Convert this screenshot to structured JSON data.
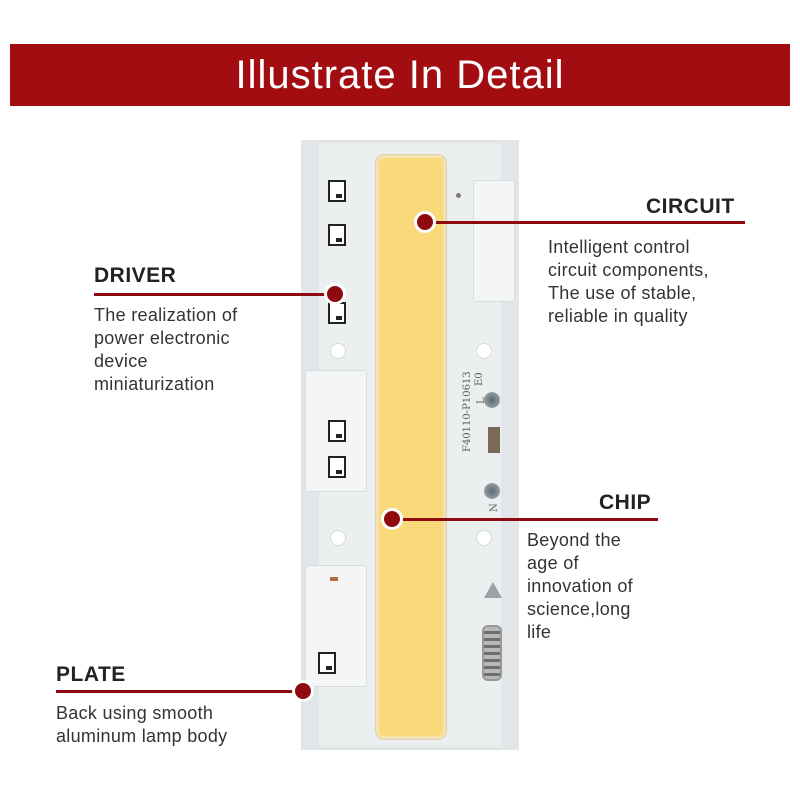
{
  "banner": {
    "title": "Illustrate In Detail",
    "color": "#a20d12"
  },
  "board": {
    "print_code": "F40110-P10613",
    "print_rev": "E0",
    "label_l": "L",
    "label_n": "N"
  },
  "callouts": {
    "circuit": {
      "title": "CIRCUIT",
      "desc": "Intelligent control\ncircuit components,\nThe use of stable,\nreliable in quality"
    },
    "driver": {
      "title": "DRIVER",
      "desc": "The realization of\npower electronic\ndevice\nminiaturization"
    },
    "chip": {
      "title": "CHIP",
      "desc": "Beyond the\nage of\ninnovation of\nscience,long\n life"
    },
    "plate": {
      "title": "PLATE",
      "desc": "Back using smooth\naluminum lamp body"
    }
  },
  "colors": {
    "accent": "#8e0a0f",
    "chip_yellow": "#f9d97a",
    "board": "#eceff0"
  }
}
